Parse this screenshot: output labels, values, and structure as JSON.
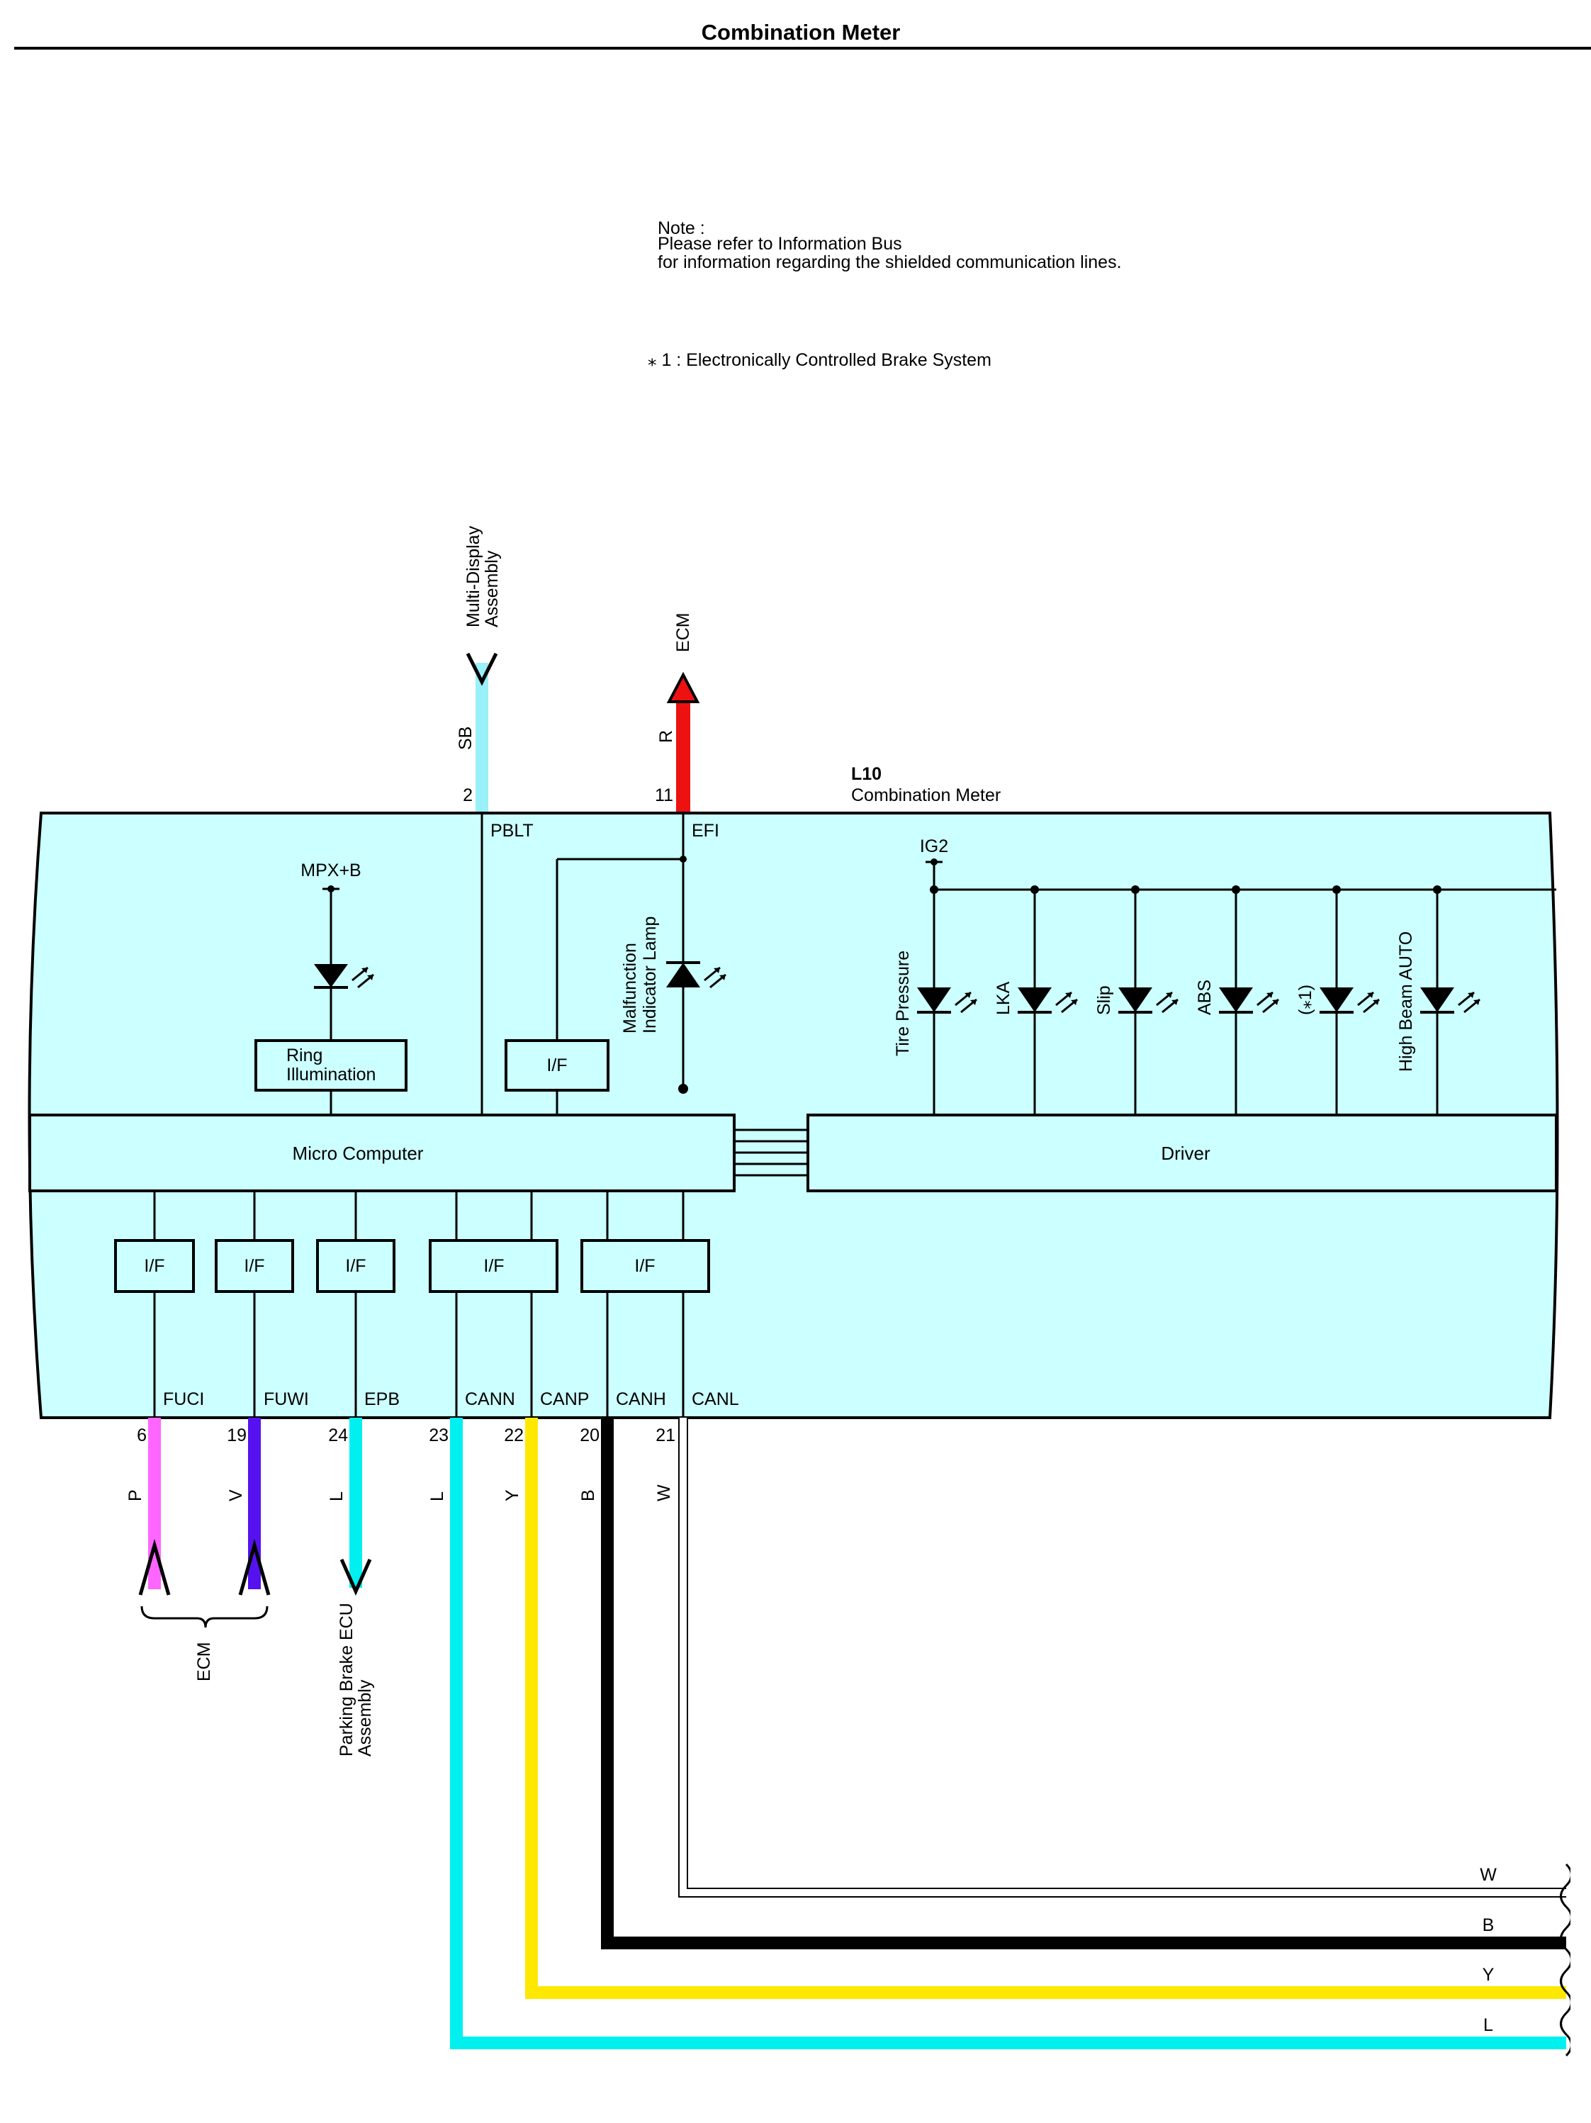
{
  "title": "Combination Meter",
  "note": {
    "line1": "Note :",
    "line2": "Please refer to Information Bus",
    "line3": "for information regarding the shielded communication lines."
  },
  "footnote": "⁎ 1 : Electronically Controlled Brake System",
  "connector": {
    "code": "L10",
    "name": "Combination Meter"
  },
  "top_wires": [
    {
      "pin": "2",
      "terminal": "PBLT",
      "color_code": "SB",
      "color": "#99f0f8",
      "dest_line1": "Multi-Display",
      "dest_line2": "Assembly",
      "direction": "in"
    },
    {
      "pin": "11",
      "terminal": "EFI",
      "color_code": "R",
      "color": "#ee1111",
      "dest_line1": "ECM",
      "dest_line2": "",
      "direction": "out"
    }
  ],
  "internal": {
    "mpx_label": "MPX+B",
    "ring_illumination_line1": "Ring",
    "ring_illumination_line2": "Illumination",
    "if_label": "I/F",
    "mil_line1": "Malfunction",
    "mil_line2": "Indicator Lamp",
    "ig2_label": "IG2",
    "micro_computer": "Micro Computer",
    "driver": "Driver",
    "lamps": [
      "Tire Pressure",
      "LKA",
      "Slip",
      "ABS",
      "(⁎1)",
      "High Beam AUTO"
    ]
  },
  "bottom_wires": [
    {
      "pin": "6",
      "terminal": "FUCI",
      "color_code": "P",
      "color": "#ff66ff"
    },
    {
      "pin": "19",
      "terminal": "FUWI",
      "color_code": "V",
      "color": "#5511ee"
    },
    {
      "pin": "24",
      "terminal": "EPB",
      "color_code": "L",
      "color": "#00f0f0"
    },
    {
      "pin": "23",
      "terminal": "CANN",
      "color_code": "L",
      "color": "#00f0f0"
    },
    {
      "pin": "22",
      "terminal": "CANP",
      "color_code": "Y",
      "color": "#ffe800"
    },
    {
      "pin": "20",
      "terminal": "CANH",
      "color_code": "B",
      "color": "#000000"
    },
    {
      "pin": "21",
      "terminal": "CANL",
      "color_code": "W",
      "color": "#ffffff"
    }
  ],
  "bottom_destinations": {
    "ecm": "ECM",
    "parking_brake_line1": "Parking Brake ECU",
    "parking_brake_line2": "Assembly"
  },
  "bus_labels": [
    "W",
    "B",
    "Y",
    "L"
  ],
  "colors": {
    "module_fill": "#ccffff",
    "outline": "#000000"
  }
}
